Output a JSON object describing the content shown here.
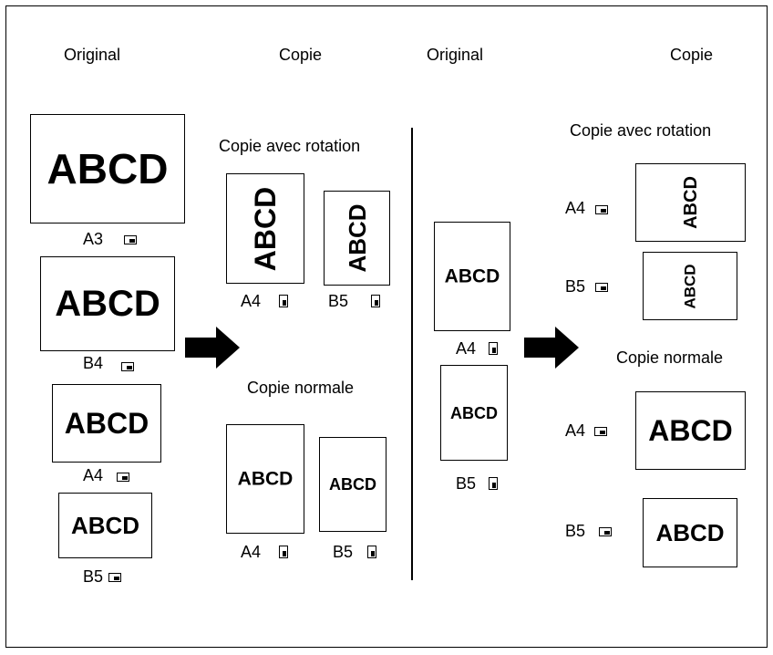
{
  "headers": {
    "left_original": "Original",
    "left_copy": "Copie",
    "right_original": "Original",
    "right_copy": "Copie"
  },
  "sections": {
    "rotation": "Copie avec rotation",
    "normal": "Copie normale"
  },
  "sheet_text": "ABCD",
  "sizes": {
    "a3": "A3",
    "b4": "B4",
    "a4": "A4",
    "b5": "B5"
  },
  "icons": {
    "landscape": "landscape-orientation-icon",
    "portrait": "portrait-orientation-icon",
    "arrow": "arrow-right-icon"
  }
}
